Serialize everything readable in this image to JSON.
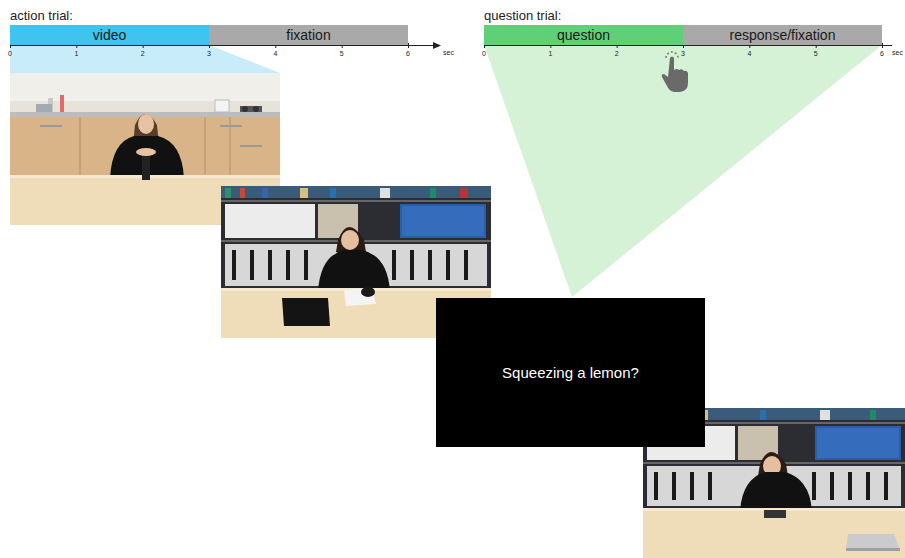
{
  "diagram": {
    "nodes": [
      {
        "text": [
          "video"
        ]
      },
      {
        "text": [
          "fixation"
        ]
      },
      {
        "text": [
          "question"
        ]
      },
      {
        "text": [
          "response/fixation"
        ]
      },
      {
        "text": [
          "Squeezing a lemon?"
        ]
      }
    ],
    "labels": [
      "action trial:",
      "0",
      "1",
      "2",
      "3",
      "4",
      "5",
      "6",
      "sec",
      "question trial:",
      "0",
      "1",
      "2",
      "3",
      "4",
      "5",
      "6",
      "sec"
    ]
  }
}
